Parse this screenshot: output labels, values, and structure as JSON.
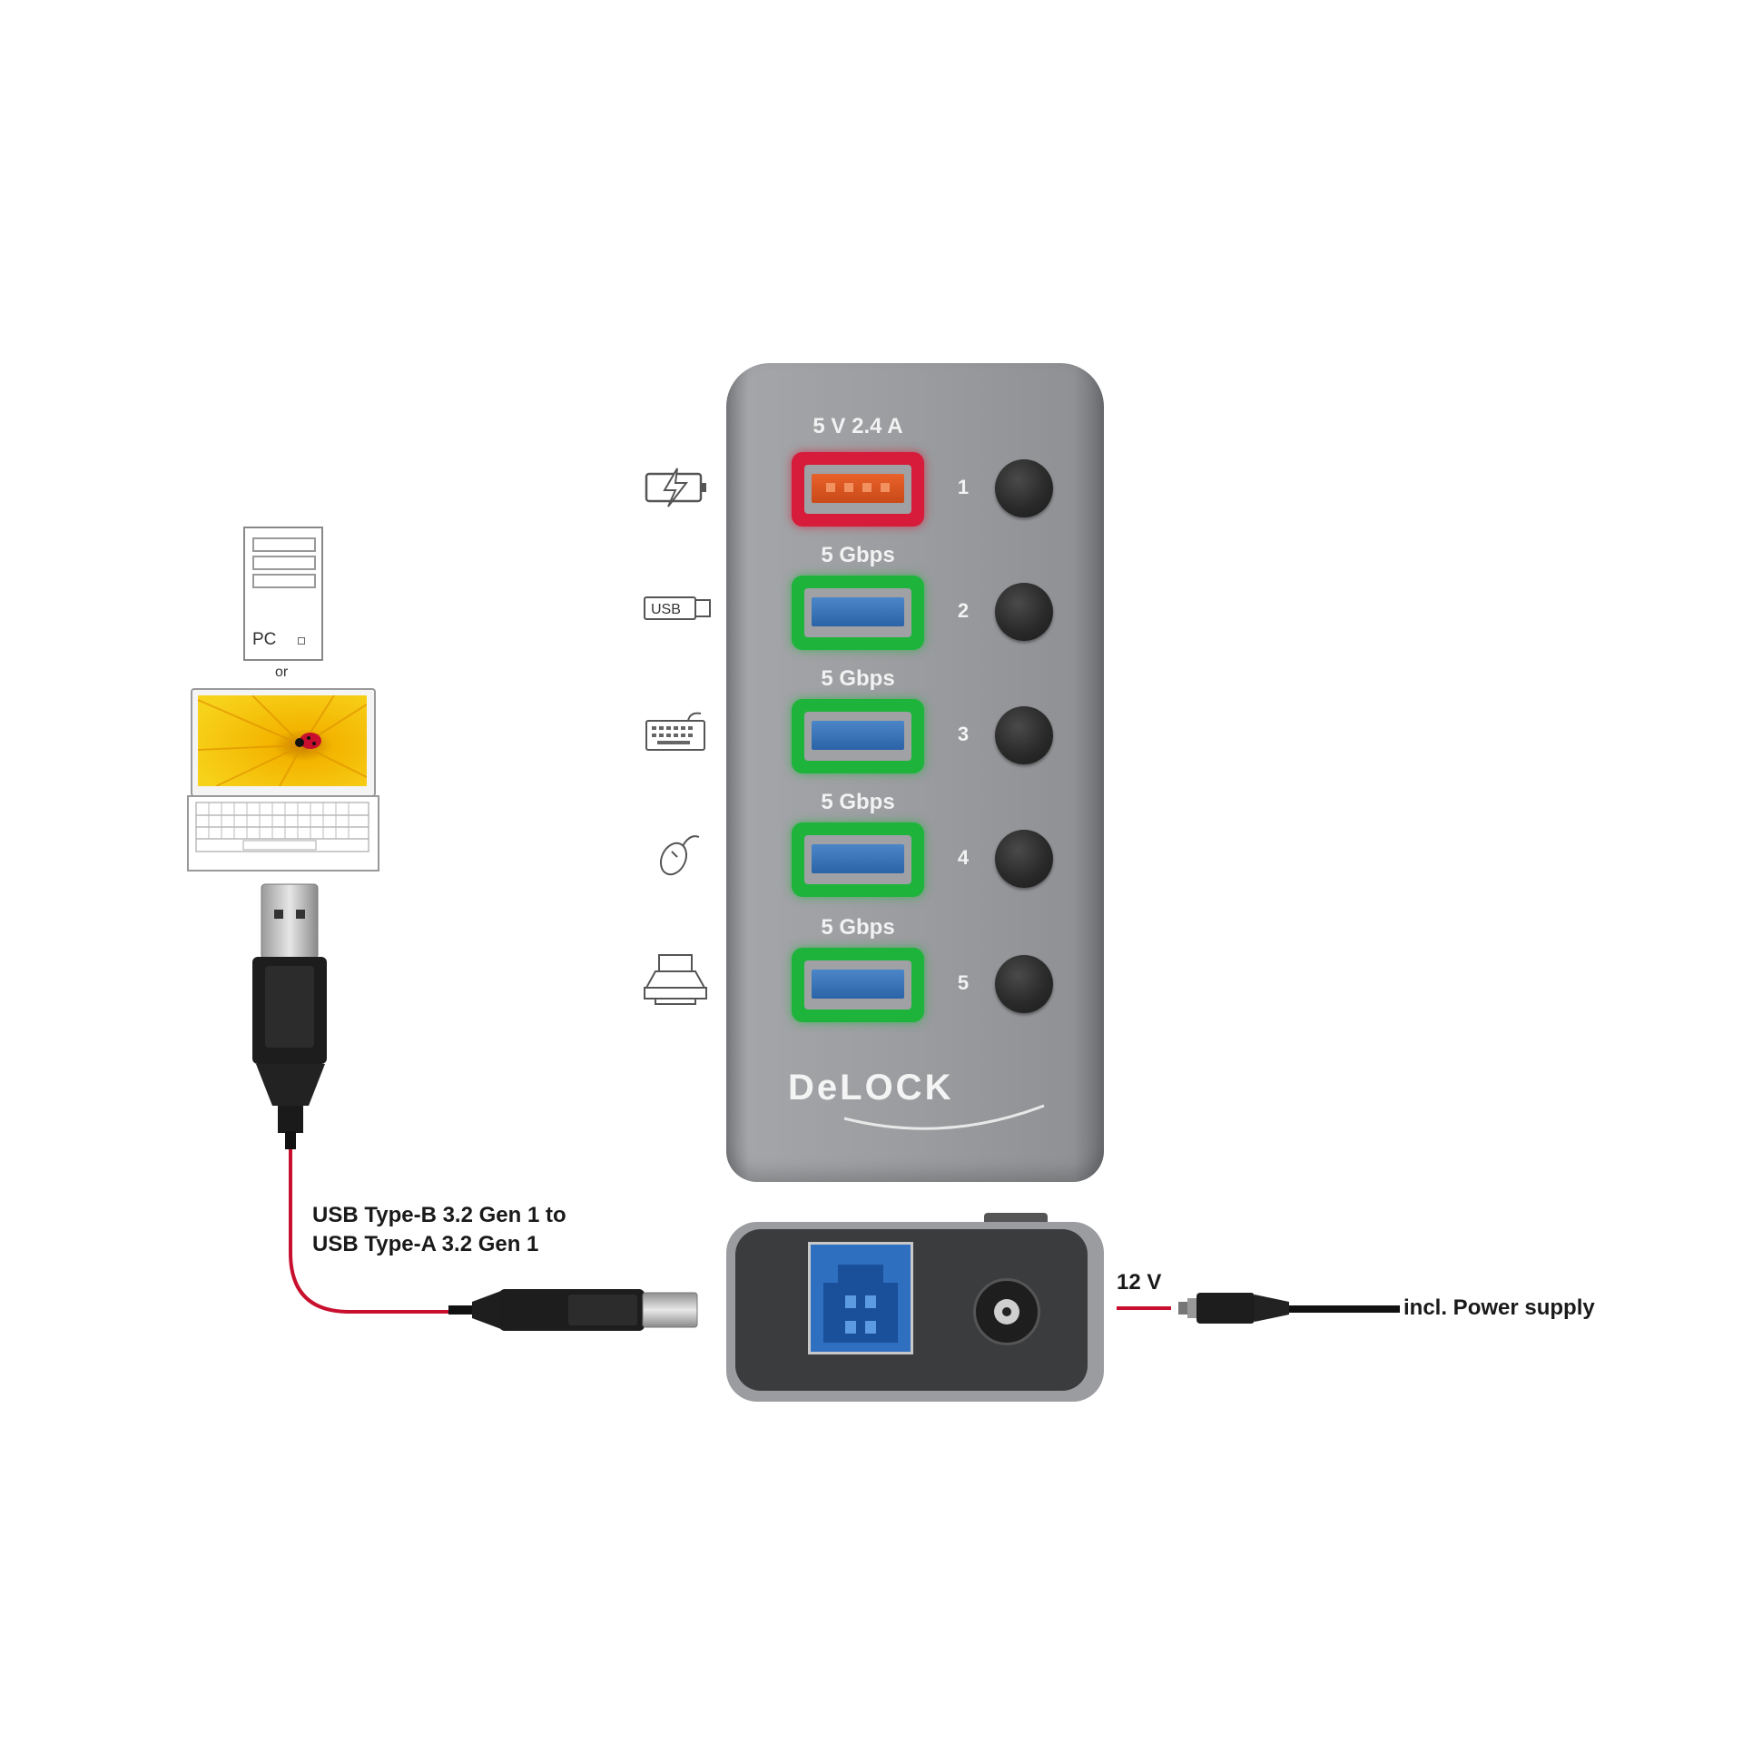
{
  "hub": {
    "brand": "DeLOCK",
    "ports": [
      {
        "number": "1",
        "rating": "5 V 2.4 A",
        "type": "charging",
        "icon": "battery-charging-icon",
        "color": "#d61c3a"
      },
      {
        "number": "2",
        "rating": "5 Gbps",
        "type": "usb",
        "icon": "usb3-stick-icon",
        "color": "#1eb43c"
      },
      {
        "number": "3",
        "rating": "5 Gbps",
        "type": "usb",
        "icon": "keyboard-icon",
        "color": "#1eb43c"
      },
      {
        "number": "4",
        "rating": "5 Gbps",
        "type": "usb",
        "icon": "mouse-icon",
        "color": "#1eb43c"
      },
      {
        "number": "5",
        "rating": "5 Gbps",
        "type": "usb",
        "icon": "printer-icon",
        "color": "#1eb43c"
      }
    ]
  },
  "host": {
    "pc_label": "PC",
    "or_label": "or"
  },
  "cable": {
    "line1": "USB Type-B 3.2 Gen 1 to",
    "line2": "USB Type-A 3.2 Gen 1"
  },
  "power": {
    "voltage": "12 V",
    "supply_label": "incl. Power supply"
  }
}
